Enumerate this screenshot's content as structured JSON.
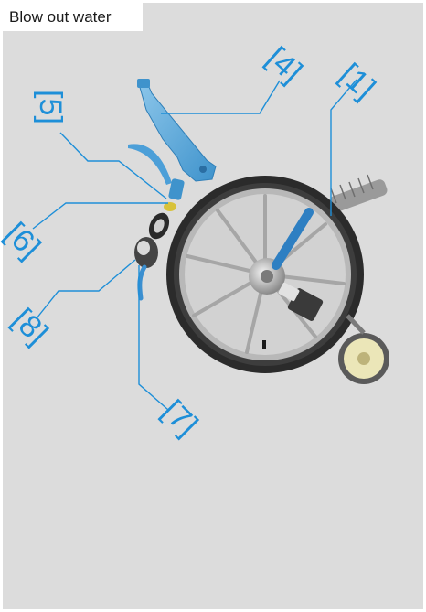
{
  "title": "Blow out water",
  "colors": {
    "background": "#dcdcdc",
    "callout": "#1e8fd8",
    "tool_blue": "#5aa9dd",
    "tire": "#2b2b2b",
    "rim": "#b8b8b8"
  },
  "callouts": [
    {
      "id": "1",
      "label": "[1]"
    },
    {
      "id": "4",
      "label": "[4]"
    },
    {
      "id": "5",
      "label": "[5]"
    },
    {
      "id": "6",
      "label": "[6]"
    },
    {
      "id": "7",
      "label": "[7]"
    },
    {
      "id": "8",
      "label": "[8]"
    }
  ]
}
